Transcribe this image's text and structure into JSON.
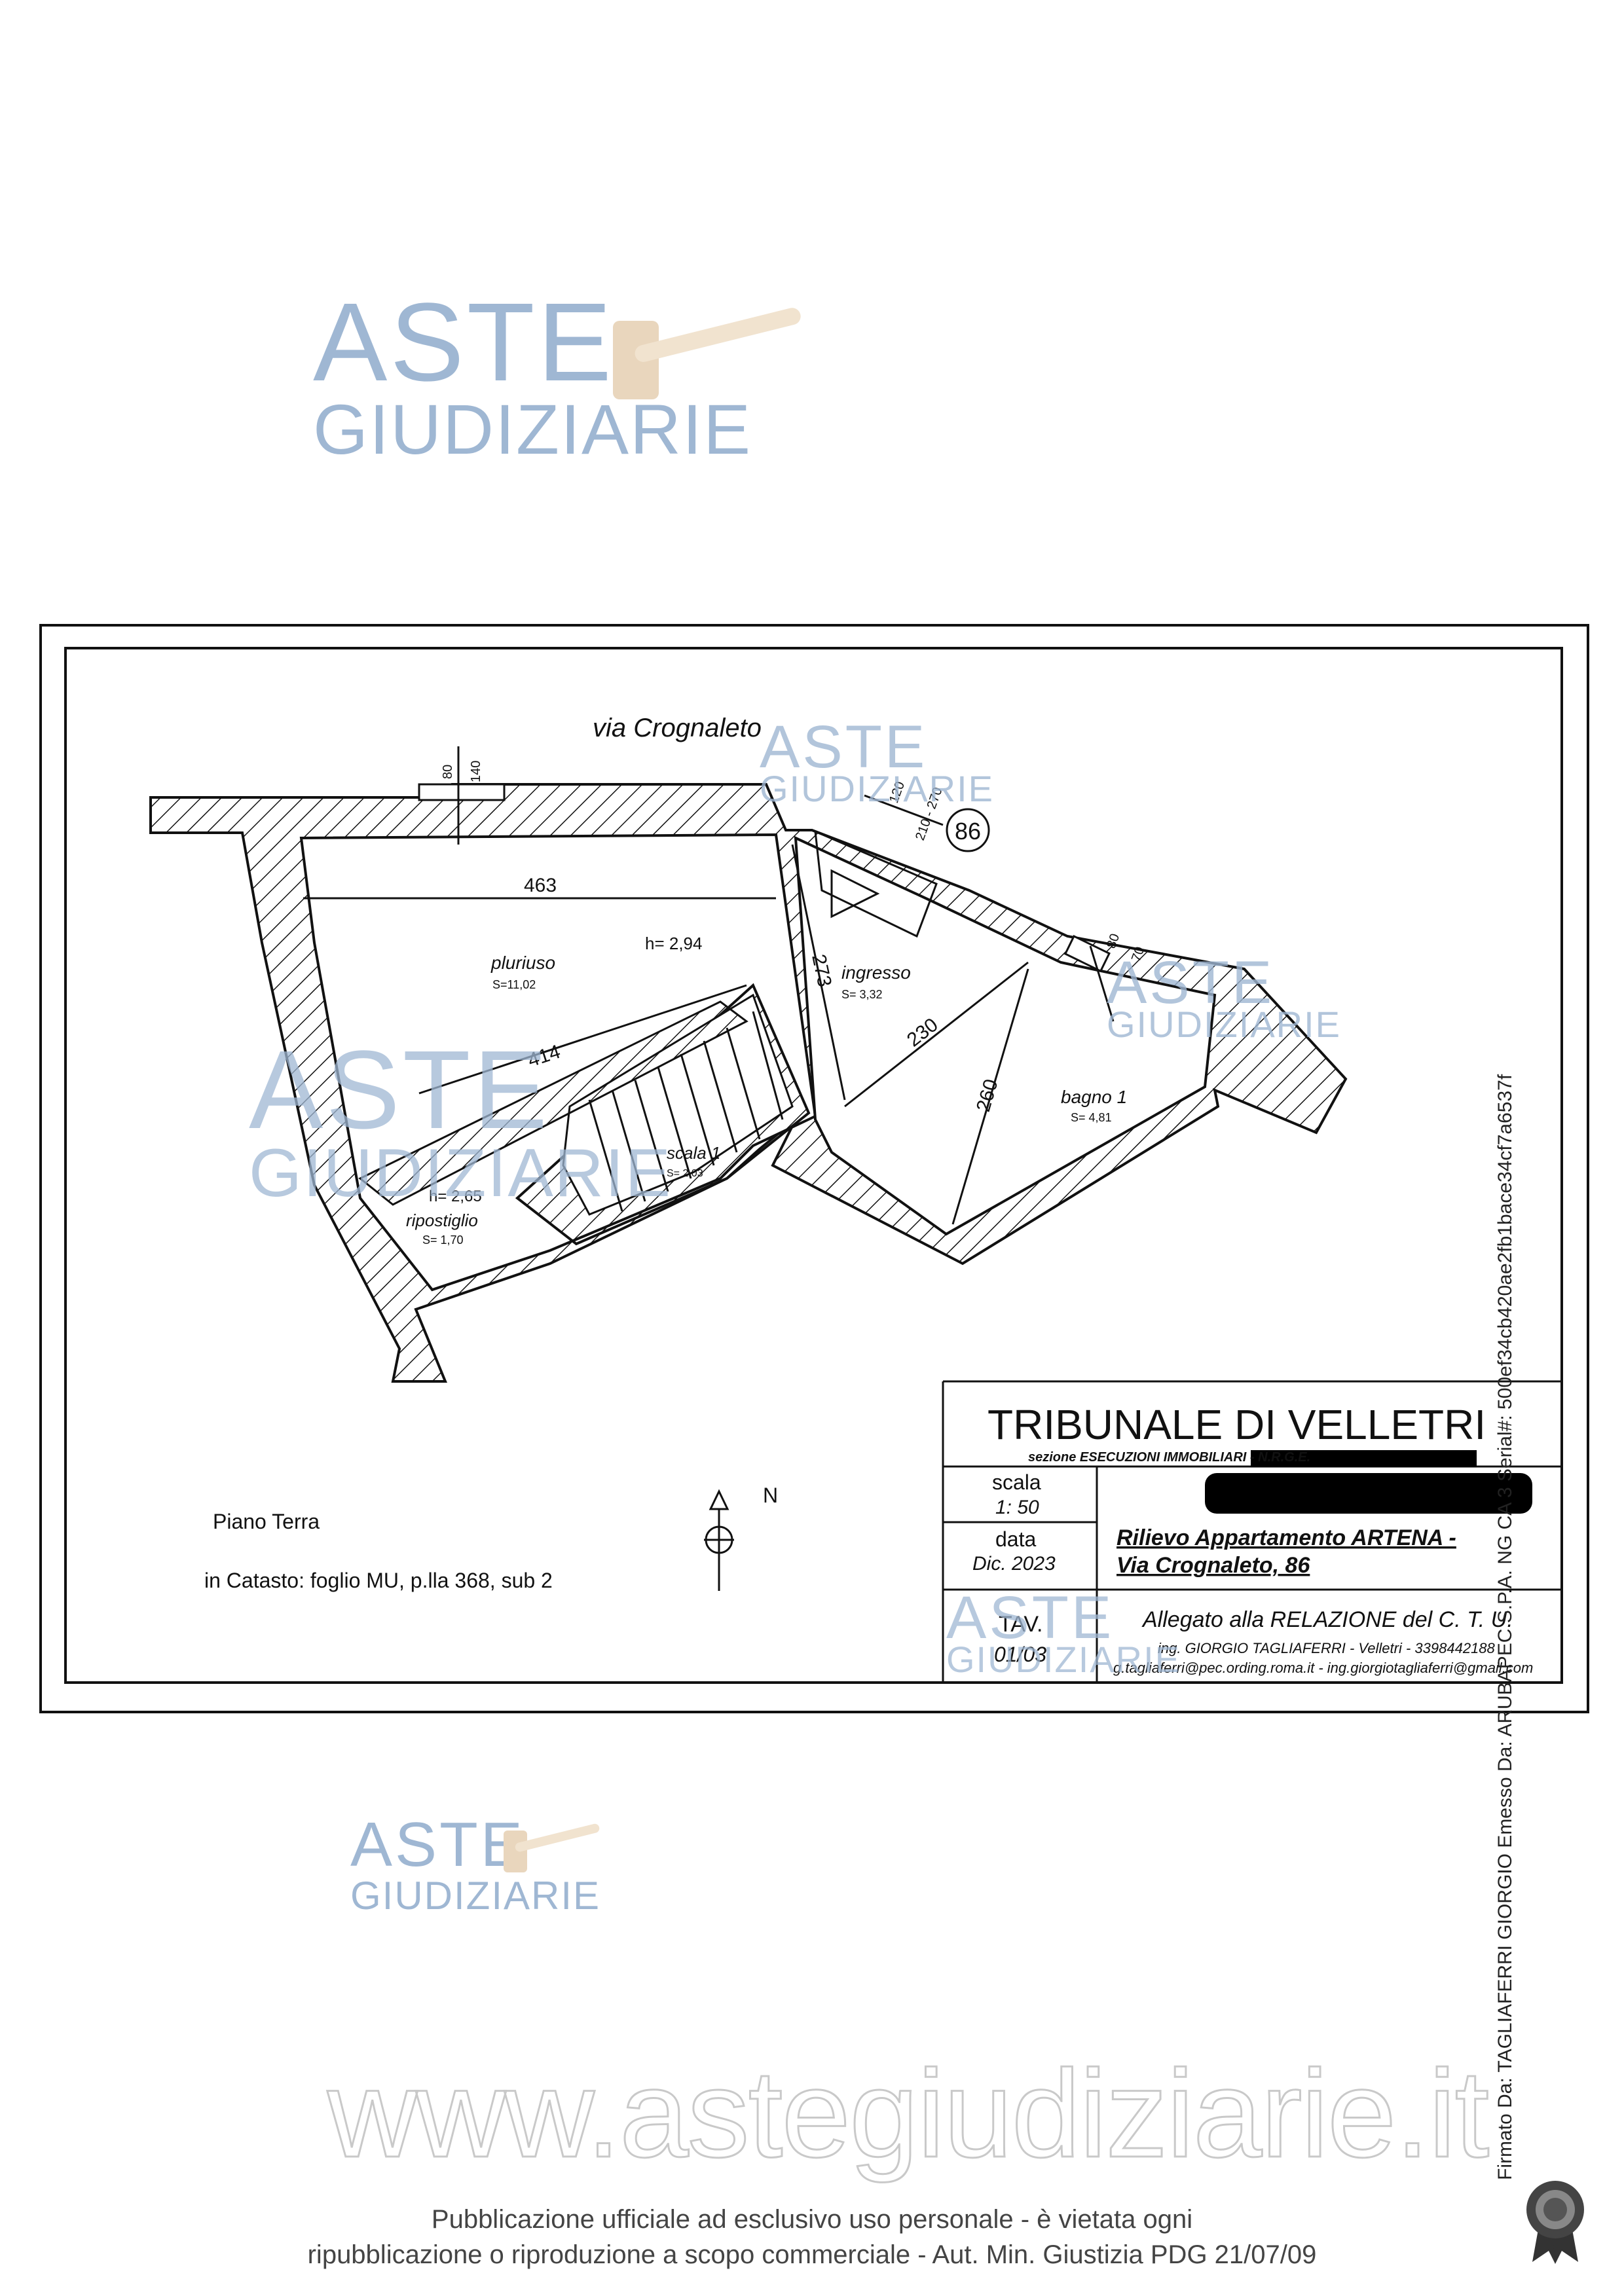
{
  "watermark": {
    "word1": "ASTE",
    "word2": "GIUDIZIARIE",
    "site": "www.astegiudiziarie.it"
  },
  "notice": {
    "line1": "Pubblicazione ufficiale ad esclusivo uso personale - è vietata ogni",
    "line2": "ripubblicazione o riproduzione a scopo commerciale - Aut. Min. Giustizia PDG 21/07/09"
  },
  "signature": "Firmato Da: TAGLIAFERRI GIORGIO Emesso Da: ARUBAPEC S.P.A. NG CA 3 Serial#: 500ef34cb420ae2fb1bace34cf7a6537f",
  "plan": {
    "street": "via Crognaleto",
    "civic": "86",
    "north": "N",
    "floor": "Piano Terra",
    "cadastre": "in Catasto: foglio MU, p.lla 368, sub 2",
    "rooms": {
      "pluriuso": {
        "name": "pluriuso",
        "area": "S=11,02",
        "height": "h= 2,94"
      },
      "ingresso": {
        "name": "ingresso",
        "area": "S= 3,32"
      },
      "bagno": {
        "name": "bagno 1",
        "area": "S= 4,81"
      },
      "ripostiglio": {
        "name": "ripostiglio",
        "area": "S= 1,70",
        "height": "h= 2,65"
      },
      "scala": {
        "name": "scala 1",
        "area": "S= 2,03"
      }
    },
    "dims": {
      "d463": "463",
      "d414": "414",
      "d273": "273",
      "d230": "230",
      "d260": "260",
      "w80a": "80",
      "w140": "140",
      "d120": "120",
      "d210": "210 - 270",
      "w80b": "80",
      "w70": "70"
    }
  },
  "titleblock": {
    "court": "TRIBUNALE DI VELLETRI",
    "section": "sezione ESECUZIONI IMMOBILIARI  -  N.R.G.E.",
    "scale_label": "scala",
    "scale_value": "1: 50",
    "date_label": "data",
    "date_value": "Dic.  2023",
    "title_line1": "Rilievo Appartamento  ARTENA -",
    "title_line2": "Via Crognaleto, 86",
    "tav_label": "TAV.",
    "tav_value": "01/03",
    "attach": "Allegato alla RELAZIONE  del C. T. U.",
    "engineer": "ing. GIORGIO TAGLIAFERRI  -  Velletri - 3398442188",
    "emails": "g.tagliaferri@pec.ording.roma.it  - ing.giorgiotagliaferri@gmail.com"
  }
}
